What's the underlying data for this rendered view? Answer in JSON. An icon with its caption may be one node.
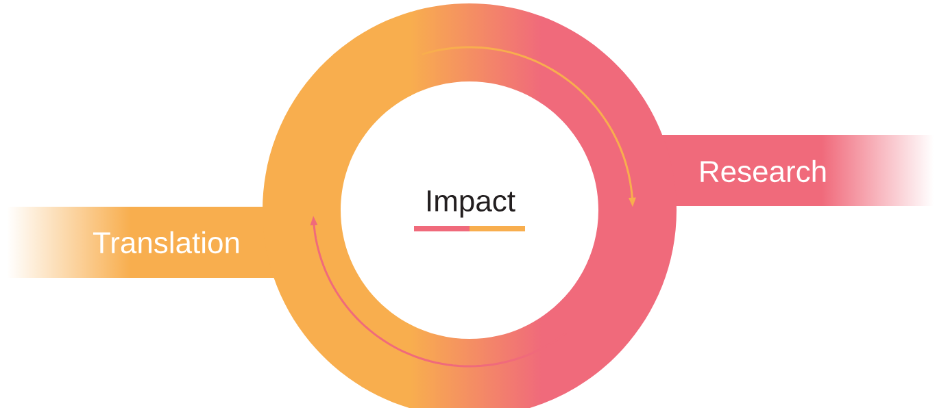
{
  "diagram": {
    "nodes": [
      {
        "text": [
          "Research"
        ]
      },
      {
        "text": [
          "Translation"
        ]
      },
      {
        "text": [
          "Impact"
        ]
      }
    ]
  }
}
